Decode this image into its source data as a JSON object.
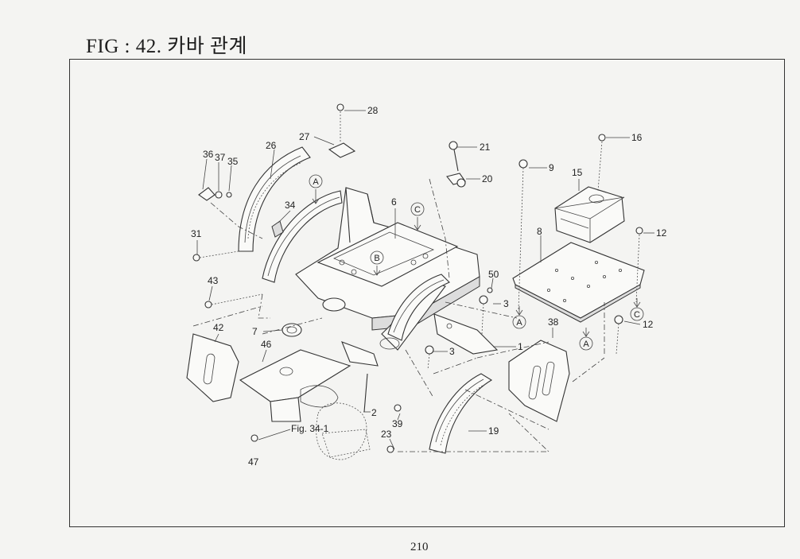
{
  "header": {
    "title": "FIG : 42. 카바 관계"
  },
  "footer": {
    "page_number": "210"
  },
  "diagram": {
    "callouts": {
      "c1": "1",
      "c2": "2",
      "c3a": "3",
      "c3b": "3",
      "c6": "6",
      "c7": "7",
      "c8": "8",
      "c9": "9",
      "c12a": "12",
      "c12b": "12",
      "c15": "15",
      "c16": "16",
      "c19": "19",
      "c20": "20",
      "c21": "21",
      "c23": "23",
      "c26": "26",
      "c27": "27",
      "c28": "28",
      "c31": "31",
      "c34": "34",
      "c35": "35",
      "c36": "36",
      "c37": "37",
      "c38": "38",
      "c39": "39",
      "c42": "42",
      "c43": "43",
      "c46": "46",
      "c47": "47",
      "c50": "50"
    },
    "refs": {
      "A1": "A",
      "A2": "A",
      "A3": "A",
      "B1": "B",
      "C1": "C",
      "C2": "C"
    },
    "fig_ref": "Fig. 34-1"
  }
}
